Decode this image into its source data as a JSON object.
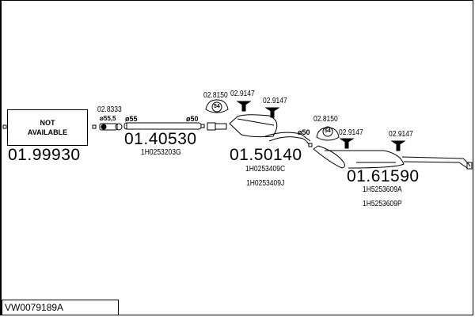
{
  "diagram_code": "VW0079189A",
  "parts": [
    {
      "part_number": "01.99930",
      "note_line1": "NOT",
      "note_line2": "AVAILABLE"
    },
    {
      "part_number": "01.40530",
      "oe_numbers": [
        "1H0253203G"
      ],
      "diameters": [
        "ø55",
        "ø50"
      ]
    },
    {
      "part_number": "01.50140",
      "oe_numbers": [
        "1H0253409C",
        "1H0253409J"
      ],
      "diameters": [
        "ø50"
      ]
    },
    {
      "part_number": "01.61590",
      "oe_numbers": [
        "1H5253609A",
        "1H5253609P"
      ]
    }
  ],
  "accessories": {
    "clamp_1": {
      "ref": "02.8333",
      "diameter": "ø55,5"
    },
    "gasket_1": {
      "ref": "02.8150",
      "size": "54"
    },
    "hanger_1": {
      "ref": "02.9147"
    },
    "hanger_2": {
      "ref": "02.9147"
    },
    "gasket_2": {
      "ref": "02.8150",
      "size": "54"
    },
    "hanger_3": {
      "ref": "02.9147"
    },
    "hanger_4": {
      "ref": "02.9147"
    }
  }
}
